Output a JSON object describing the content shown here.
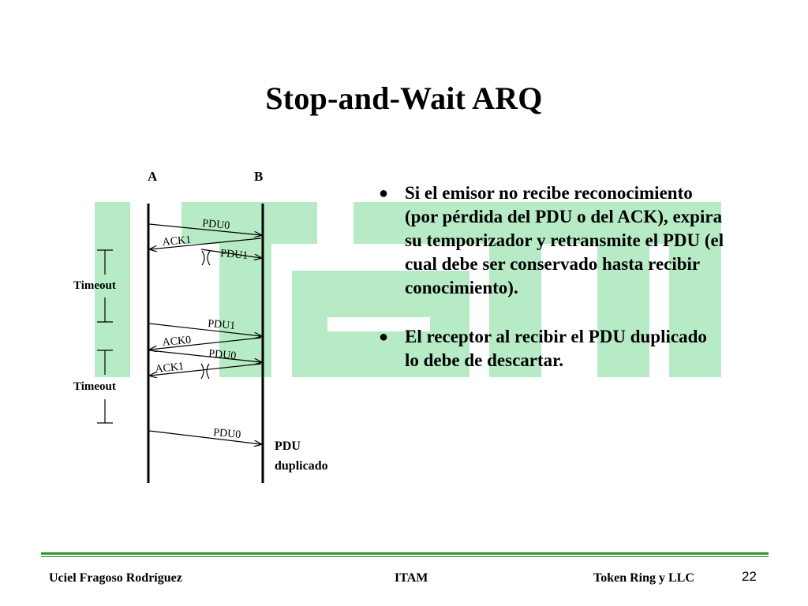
{
  "slide": {
    "title": "Stop-and-Wait ARQ"
  },
  "colors": {
    "watermark": "#b7ebc6",
    "footer_rule": "#2a9a2a",
    "line": "#000000"
  },
  "diagram": {
    "label_a": "A",
    "label_b": "B",
    "timeout_label_1": "Timeout",
    "timeout_label_2": "Timeout",
    "msg_pdu0_first": "PDU0",
    "msg_ack1_first": "ACK1",
    "msg_pdu1_lost": "PDU1",
    "msg_pdu1_resent": "PDU1",
    "msg_ack0": "ACK0",
    "msg_pdu0_second": "PDU0",
    "msg_ack1_lost": "ACK1",
    "msg_pdu0_dup": "PDU0",
    "duplicate_label_line1": "PDU",
    "duplicate_label_line2": "duplicado"
  },
  "bullets": [
    {
      "marker": "●",
      "text": "Si el emisor no recibe reconocimiento (por pérdida del PDU o del ACK), expira su temporizador y retransmite el PDU (el cual debe ser conservado hasta recibir conocimiento)."
    },
    {
      "marker": "●",
      "text": "El receptor al recibir el PDU duplicado lo debe de descartar."
    }
  ],
  "footer": {
    "author": "Uciel Fragoso Rodríguez",
    "institution": "ITAM",
    "topic": "Token Ring y LLC",
    "page_number": "22"
  },
  "logo": {
    "text": "ITAM"
  }
}
